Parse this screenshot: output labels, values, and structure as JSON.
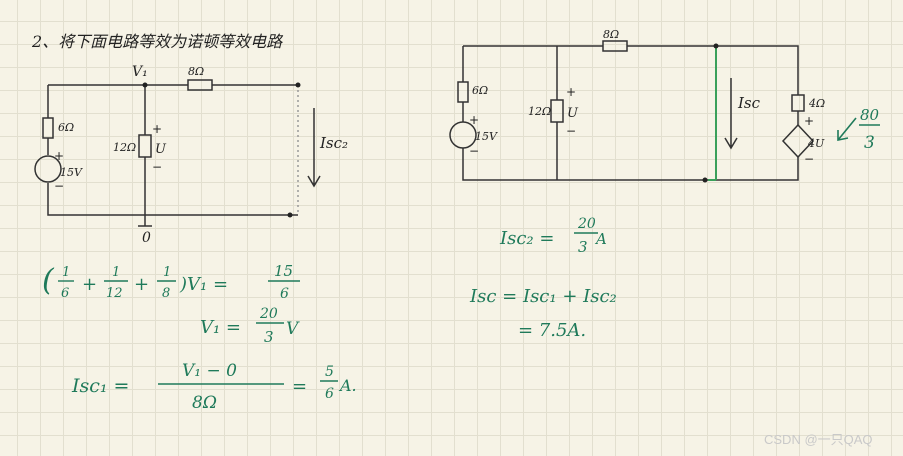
{
  "heading": "2、将下面电路等效为诺顿等效电路",
  "left_circuit": {
    "node": "V₁",
    "r_top": "8Ω",
    "r_left": "6Ω",
    "source": "15V",
    "r_mid": "12Ω",
    "u_label": "U",
    "plus": "+",
    "minus": "−",
    "ground": "0",
    "current": "Isc₂"
  },
  "right_circuit": {
    "r_top": "8Ω",
    "r_left": "6Ω",
    "source": "15V",
    "r_mid": "12Ω",
    "u_label": "U",
    "current": "Isc",
    "r_right": "4Ω",
    "dep_source": "4U",
    "plus": "+",
    "minus": "−",
    "note_num": "80",
    "note_den": "3"
  },
  "equations": {
    "eq1": {
      "p_open": "(",
      "f1n": "1",
      "f1d": "6",
      "plus1": "+",
      "f2n": "1",
      "f2d": "12",
      "plus2": "+",
      "f3n": "1",
      "f3d": "8",
      "tail": ")V₁ =",
      "rn": "15",
      "rd": "6"
    },
    "eq2": {
      "lhs": "V₁ =",
      "num": "20",
      "den": "3",
      "unit": "V"
    },
    "eq3": {
      "lhs": "Isc₁ =",
      "num": "V₁ − 0",
      "den": "8Ω",
      "eq": "=",
      "rnum": "5",
      "rden": "6",
      "unit": "A."
    },
    "eq4": {
      "lhs": "Isc₂ =",
      "num": "20",
      "den": "3",
      "unit": "A"
    },
    "eq5": {
      "text": "Isc = Isc₁ + Isc₂"
    },
    "eq6": {
      "text": "= 7.5A."
    }
  },
  "watermark": "CSDN @一只QAQ"
}
